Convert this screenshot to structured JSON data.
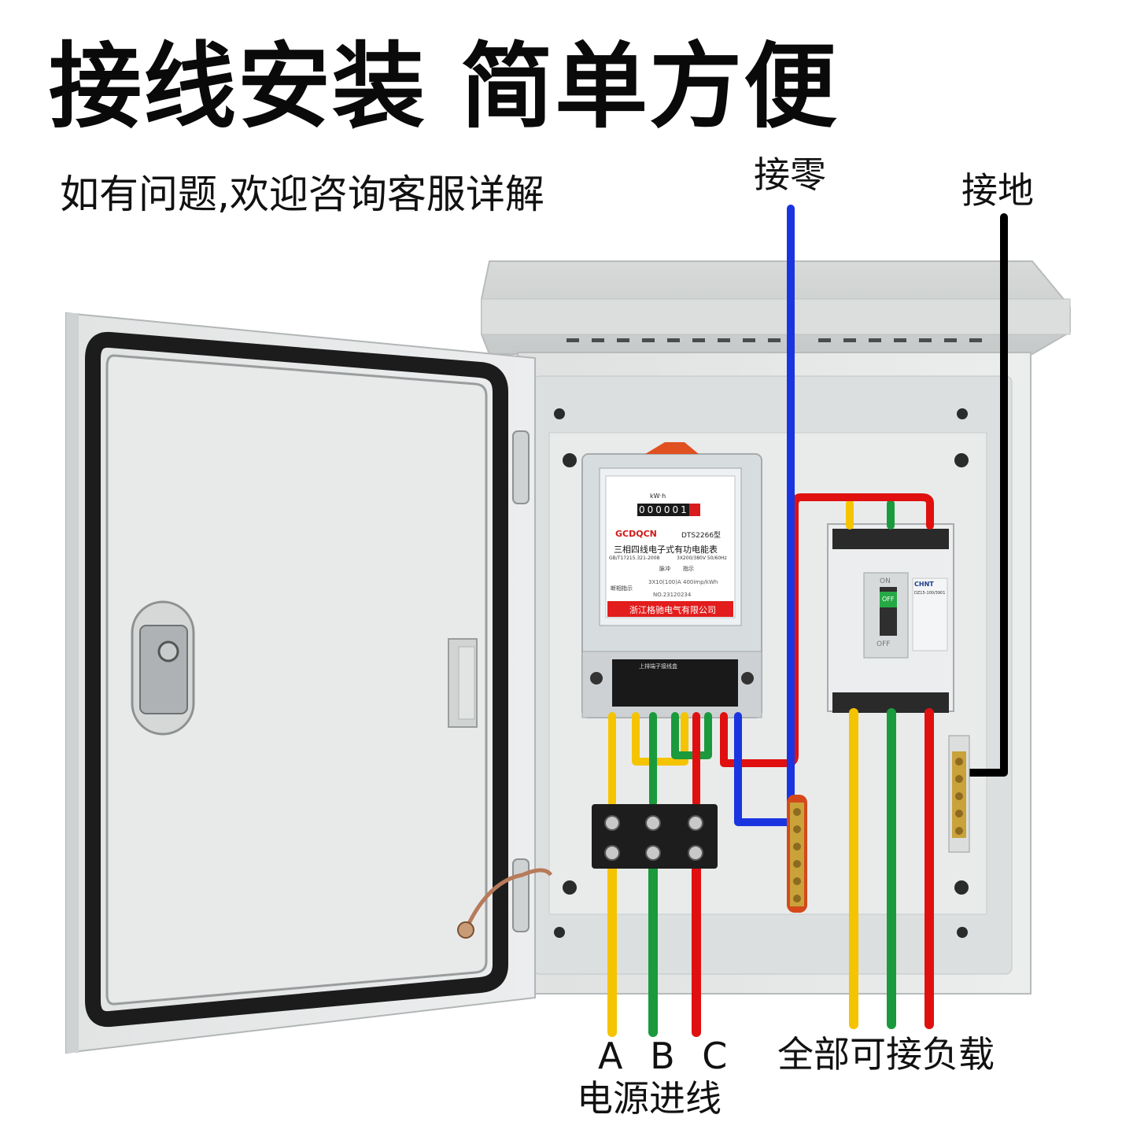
{
  "headline": "接线安装 简单方便",
  "subline": "如有问题,欢迎咨询客服详解",
  "labels": {
    "neutral": "接零",
    "ground": "接地",
    "phases": "A B C",
    "incoming": "电源进线",
    "load": "全部可接负载"
  },
  "meter": {
    "brand": "GCDQCN",
    "model": "DTS2266型",
    "name": "三相四线电子式有功电能表",
    "standard": "GB/T17215.321-2008",
    "rating": "3X200/380V 50/60Hz",
    "current": "3X10(100)A 400imp/kWh",
    "serial": "NO.23120234",
    "maker": "浙江格驰电气有限公司",
    "unit": "kW·h",
    "reading": "000001",
    "pulse": "脉冲",
    "indicator": "指示",
    "phase_fail": "断相指示",
    "cover_text": "上排端子接线盒"
  },
  "breaker": {
    "brand": "CHNT",
    "model": "DZ15-100/3901",
    "on": "ON",
    "off": "OFF",
    "handle": "OFF"
  },
  "colors": {
    "phase_a": "#f5c400",
    "phase_b": "#1a9a3c",
    "phase_c": "#e01010",
    "neutral": "#1a35e0",
    "ground": "#000000",
    "cabinet": "#e6e8e8"
  },
  "icons": [
    "door-latch-icon",
    "hinge-icon",
    "screw-icon",
    "terminal-block-icon",
    "ground-bar-icon"
  ]
}
